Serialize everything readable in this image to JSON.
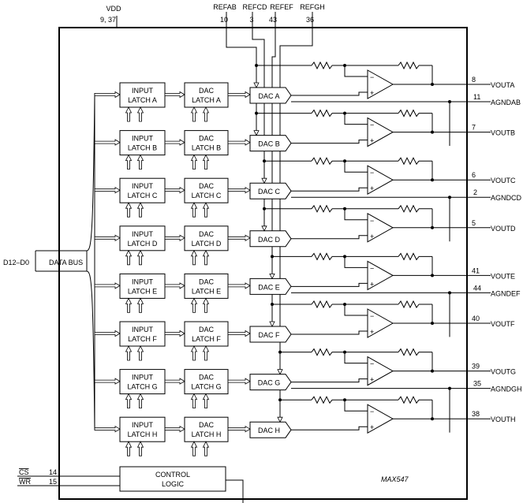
{
  "vdd": {
    "label": "VDD",
    "pins": "9, 37"
  },
  "refs": [
    {
      "name": "REFAB",
      "pin": "10"
    },
    {
      "name": "REFCD",
      "pin": "3"
    },
    {
      "name": "REFEF",
      "pin": "43"
    },
    {
      "name": "REFGH",
      "pin": "36"
    }
  ],
  "channels": [
    {
      "id": "A",
      "input_latch": [
        "INPUT",
        "LATCH A"
      ],
      "dac_latch": [
        "DAC",
        "LATCH A"
      ],
      "dac": "DAC A",
      "output": "VOUTA",
      "pin": "8"
    },
    {
      "id": "B",
      "input_latch": [
        "INPUT",
        "LATCH B"
      ],
      "dac_latch": [
        "DAC",
        "LATCH B"
      ],
      "dac": "DAC B",
      "output": "VOUTB",
      "pin": "7"
    },
    {
      "id": "C",
      "input_latch": [
        "INPUT",
        "LATCH C"
      ],
      "dac_latch": [
        "DAC",
        "LATCH C"
      ],
      "dac": "DAC C",
      "output": "VOUTC",
      "pin": "6"
    },
    {
      "id": "D",
      "input_latch": [
        "INPUT",
        "LATCH D"
      ],
      "dac_latch": [
        "DAC",
        "LATCH D"
      ],
      "dac": "DAC D",
      "output": "VOUTD",
      "pin": "5"
    },
    {
      "id": "E",
      "input_latch": [
        "INPUT",
        "LATCH E"
      ],
      "dac_latch": [
        "DAC",
        "LATCH E"
      ],
      "dac": "DAC E",
      "output": "VOUTE",
      "pin": "41"
    },
    {
      "id": "F",
      "input_latch": [
        "INPUT",
        "LATCH F"
      ],
      "dac_latch": [
        "DAC",
        "LATCH F"
      ],
      "dac": "DAC F",
      "output": "VOUTF",
      "pin": "40"
    },
    {
      "id": "G",
      "input_latch": [
        "INPUT",
        "LATCH G"
      ],
      "dac_latch": [
        "DAC",
        "LATCH G"
      ],
      "dac": "DAC G",
      "output": "VOUTG",
      "pin": "39"
    },
    {
      "id": "H",
      "input_latch": [
        "INPUT",
        "LATCH H"
      ],
      "dac_latch": [
        "DAC",
        "LATCH H"
      ],
      "dac": "DAC H",
      "output": "VOUTH",
      "pin": "38"
    }
  ],
  "agnd": [
    {
      "name": "AGNDAB",
      "pin": "11"
    },
    {
      "name": "AGNDCD",
      "pin": "2"
    },
    {
      "name": "AGNDEF",
      "pin": "44"
    },
    {
      "name": "AGNDGH",
      "pin": "35"
    }
  ],
  "data_bus": {
    "signal": "D12–D0",
    "label": "DATA BUS"
  },
  "control": {
    "label": [
      "CONTROL",
      "LOGIC"
    ],
    "inputs": [
      {
        "name": "CS",
        "pin": "14",
        "active_low": true
      },
      {
        "name": "WR",
        "pin": "15",
        "active_low": true
      }
    ]
  },
  "part_number": "MAX547"
}
